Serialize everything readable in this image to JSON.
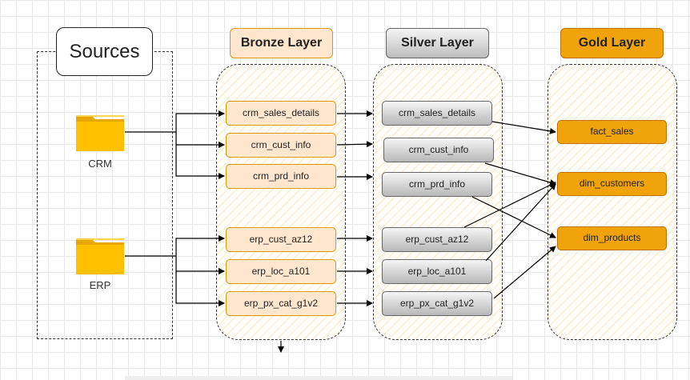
{
  "sources": {
    "title": "Sources",
    "items": [
      {
        "label": "CRM",
        "icon": "folder-icon"
      },
      {
        "label": "ERP",
        "icon": "folder-icon"
      }
    ]
  },
  "layers": {
    "bronze": {
      "title": "Bronze Layer",
      "color": "#ffe6cc",
      "tables": [
        "crm_sales_details",
        "crm_cust_info",
        "crm_prd_info",
        "erp_cust_az12",
        "erp_loc_a101",
        "erp_px_cat_g1v2"
      ]
    },
    "silver": {
      "title": "Silver Layer",
      "color": "#d0d0d0",
      "tables": [
        "crm_sales_details",
        "crm_cust_info",
        "crm_prd_info",
        "erp_cust_az12",
        "erp_loc_a101",
        "erp_px_cat_g1v2"
      ]
    },
    "gold": {
      "title": "Gold Layer",
      "color": "#f0a30a",
      "tables": [
        "fact_sales",
        "dim_customers",
        "dim_products"
      ]
    }
  },
  "colors": {
    "folder": "#ffc000",
    "gold": "#f0a30a",
    "bronze": "#ffe6cc"
  }
}
